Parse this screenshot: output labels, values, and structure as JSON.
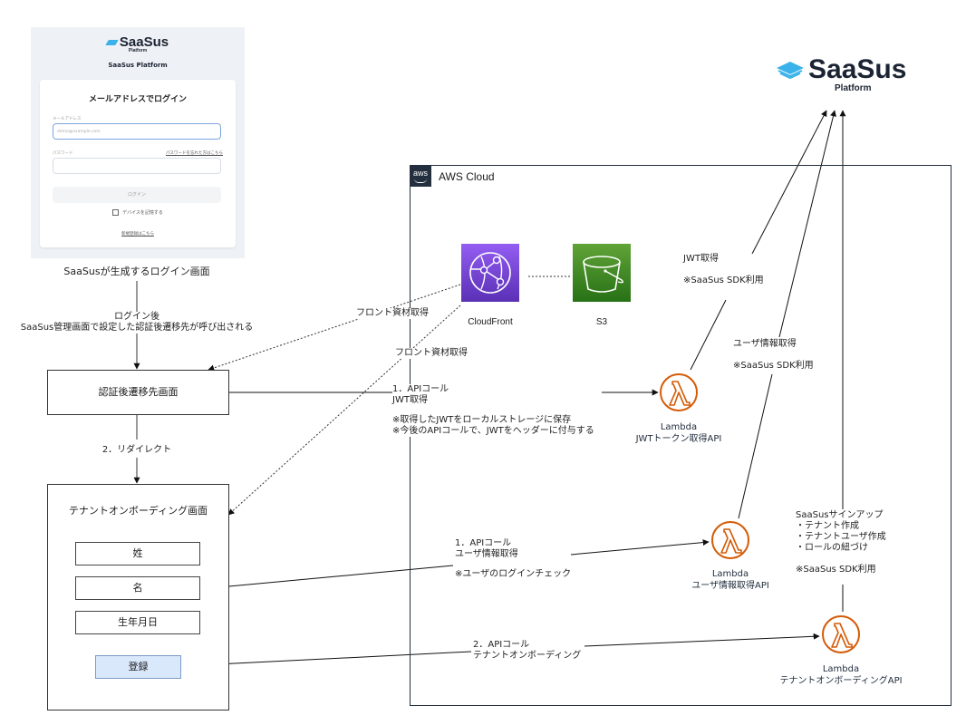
{
  "login_screen": {
    "logo_text": "SaaSus",
    "logo_subtext": "Platform",
    "platform_name": "SaaSus Platform",
    "card_title": "メールアドレスでログイン",
    "email_label": "メールアドレス",
    "email_placeholder": "demo@example.com",
    "password_label": "パスワード",
    "forgot_password_link": "パスワードを忘れた方はこちら",
    "login_button": "ログイン",
    "remember_device_label": "デバイスを記憶する",
    "signup_link": "新規登録はこちら",
    "caption": "SaaSusが生成するログイン画面"
  },
  "flow": {
    "after_login_label_line1": "ログイン後",
    "after_login_label_line2": "SaaSus管理画面で設定した認証後遷移先が呼び出される",
    "auth_redirect_screen": "認証後遷移先画面",
    "redirect_label": "2．リダイレクト",
    "onboarding_screen": {
      "title": "テナントオンボーディング画面",
      "fields": [
        "姓",
        "名",
        "生年月日"
      ],
      "register_button": "登録"
    }
  },
  "aws": {
    "title": "AWS Cloud",
    "badge": "aws",
    "services": {
      "cloudfront": "CloudFront",
      "s3": "S3"
    },
    "front_fetch_label_1": "フロント資材取得",
    "front_fetch_label_2": "フロント資材取得",
    "lambdas": [
      {
        "line1": "Lambda",
        "line2": "JWTトークン取得API"
      },
      {
        "line1": "Lambda",
        "line2": "ユーザ情報取得API"
      },
      {
        "line1": "Lambda",
        "line2": "テナントオンボーディングAPI"
      }
    ]
  },
  "calls": {
    "jwt_call": {
      "line1": "1．APIコール",
      "line2": "JWT取得",
      "note1": "※取得したJWTをローカルストレージに保存",
      "note2": "※今後のAPIコールで、JWTをヘッダーに付与する"
    },
    "user_info_call": {
      "line1": "1．APIコール",
      "line2": "ユーザ情報取得",
      "note": "※ユーザのログインチェック"
    },
    "onboarding_call": {
      "line1": "2．APIコール",
      "line2": "テナントオンボーディング"
    }
  },
  "saasus_calls": {
    "jwt": {
      "line1": "JWT取得",
      "line2": "※SaaSus SDK利用"
    },
    "user_info": {
      "line1": "ユーザ情報取得",
      "line2": "※SaaSus SDK利用"
    },
    "signup": {
      "title": "SaaSusサインアップ",
      "items": [
        "・テナント作成",
        "・テナントユーザ作成",
        "・ロールの紐づけ"
      ],
      "note": "※SaaSus SDK利用"
    }
  },
  "saasus_platform": {
    "word": "SaaSus",
    "sub": "Platform"
  },
  "colors": {
    "cloudfront": "#8c4fff",
    "s3": "#3f8624",
    "lambda": "#d45b07",
    "aws_dark": "#232f3e",
    "saasus_blue": "#3bb3ea",
    "register_fill": "#dae8fc"
  }
}
